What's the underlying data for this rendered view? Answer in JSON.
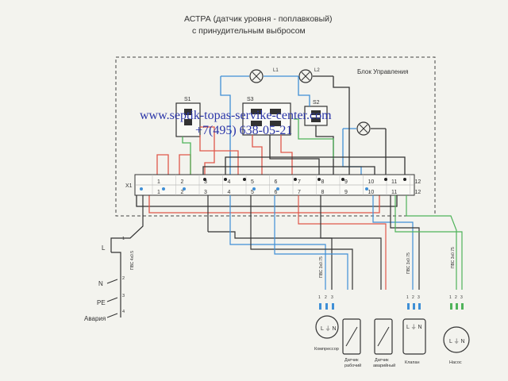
{
  "title": {
    "line1": "АСТРА (датчик уровня - поплавковый)",
    "line2": "с принудительным выбросом"
  },
  "control_block": {
    "label": "Блок Управления"
  },
  "watermark": {
    "url": "www.septik-topas-servike-center.com",
    "phone": "+7(495) 638-05-21"
  },
  "switches": [
    "S1",
    "S3",
    "S2"
  ],
  "lamps": [
    "L1",
    "L2"
  ],
  "terminal": {
    "label": "X1",
    "numbers": [
      "1",
      "2",
      "3",
      "4",
      "5",
      "6",
      "7",
      "8",
      "9",
      "10",
      "11",
      "12"
    ]
  },
  "left_labels": {
    "L": "L",
    "N": "N",
    "PE": "PE",
    "alarm": "Авария",
    "pins": [
      "1",
      "2",
      "3",
      "4"
    ],
    "cable": "ПВС 4х0.5"
  },
  "cables": [
    "ПВС 3х0.75",
    "ПВС 3х0.75",
    "ПВС 3х0.75"
  ],
  "devices": {
    "compressor": "Компрессор",
    "sensor_work_line1": "Датчик",
    "sensor_work_line2": "рабочий",
    "sensor_alarm_line1": "Датчик",
    "sensor_alarm_line2": "аварийный",
    "valve": "Клапан",
    "pump": "Насос"
  },
  "device_pins": [
    "1",
    "2",
    "3"
  ],
  "motor_symbols": {
    "LN": "L ⏚ N"
  },
  "colors": {
    "red": "#e0574a",
    "blue": "#3f8fd6",
    "green": "#4fb35a",
    "black": "#222222",
    "watermark": "#2a35a8"
  }
}
